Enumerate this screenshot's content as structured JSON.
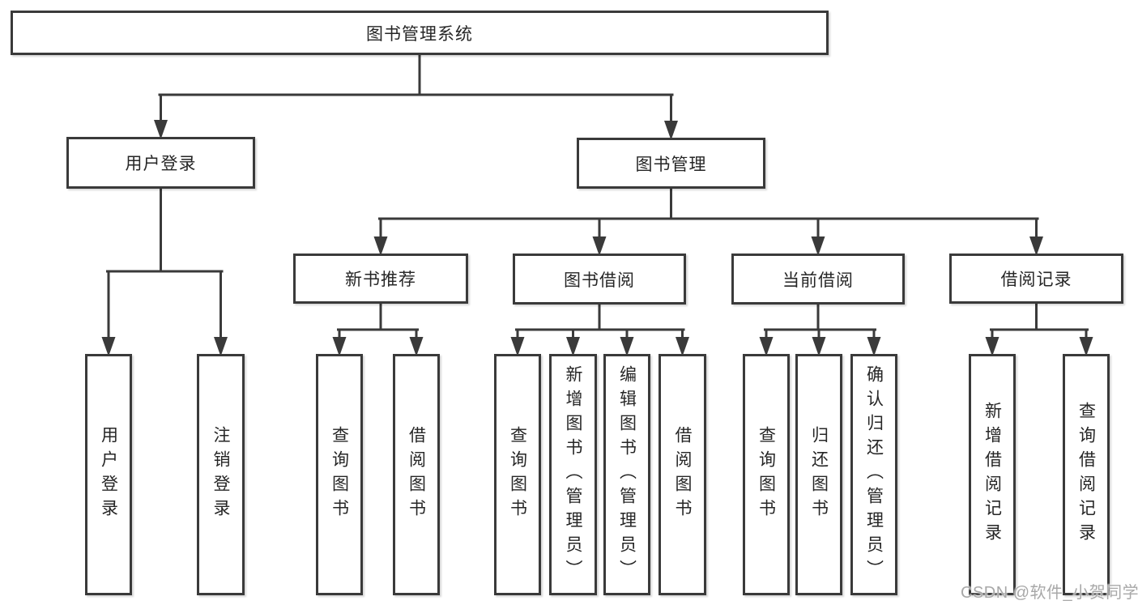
{
  "diagram": {
    "title": "图书管理系统",
    "watermark": "CSDN @软件_小贺同学",
    "colors": {
      "line": "#3a3a3a",
      "box_border": "#3a3a3a",
      "box_fill": "#ffffff",
      "text": "#262626",
      "watermark": "#a8a8a8",
      "background": "#ffffff"
    },
    "nodes": [
      {
        "id": "system",
        "label": "图书管理系统"
      },
      {
        "id": "user-login",
        "label": "用户登录"
      },
      {
        "id": "book-management",
        "label": "图书管理"
      },
      {
        "id": "new-book-recommend",
        "label": "新书推荐"
      },
      {
        "id": "book-borrow",
        "label": "图书借阅"
      },
      {
        "id": "current-borrow",
        "label": "当前借阅"
      },
      {
        "id": "borrow-records",
        "label": "借阅记录"
      },
      {
        "id": "login-user-login",
        "label": "用户登录"
      },
      {
        "id": "login-logout",
        "label": "注销登录"
      },
      {
        "id": "recommend-query-books",
        "label": "查询图书"
      },
      {
        "id": "recommend-borrow-books",
        "label": "借阅图书"
      },
      {
        "id": "borrow-query-books",
        "label": "查询图书"
      },
      {
        "id": "borrow-add-books-admin",
        "label": "新增图书（管理员）"
      },
      {
        "id": "borrow-edit-books-admin",
        "label": "编辑图书（管理员）"
      },
      {
        "id": "borrow-borrow-books",
        "label": "借阅图书"
      },
      {
        "id": "current-query-books",
        "label": "查询图书"
      },
      {
        "id": "current-return-books",
        "label": "归还图书"
      },
      {
        "id": "current-confirm-return-admin",
        "label": "确认归还（管理员）"
      },
      {
        "id": "records-add-borrow-record",
        "label": "新增借阅记录"
      },
      {
        "id": "records-query-borrow-record",
        "label": "查询借阅记录"
      }
    ],
    "edges": [
      {
        "from": "system",
        "to": [
          "user-login",
          "book-management"
        ]
      },
      {
        "from": "user-login",
        "to": [
          "login-user-login",
          "login-logout"
        ]
      },
      {
        "from": "book-management",
        "to": [
          "new-book-recommend",
          "book-borrow",
          "current-borrow",
          "borrow-records"
        ]
      },
      {
        "from": "new-book-recommend",
        "to": [
          "recommend-query-books",
          "recommend-borrow-books"
        ]
      },
      {
        "from": "book-borrow",
        "to": [
          "borrow-query-books",
          "borrow-add-books-admin",
          "borrow-edit-books-admin",
          "borrow-borrow-books"
        ]
      },
      {
        "from": "current-borrow",
        "to": [
          "current-query-books",
          "current-return-books",
          "current-confirm-return-admin"
        ]
      },
      {
        "from": "borrow-records",
        "to": [
          "records-add-borrow-record",
          "records-query-borrow-record"
        ]
      }
    ]
  }
}
